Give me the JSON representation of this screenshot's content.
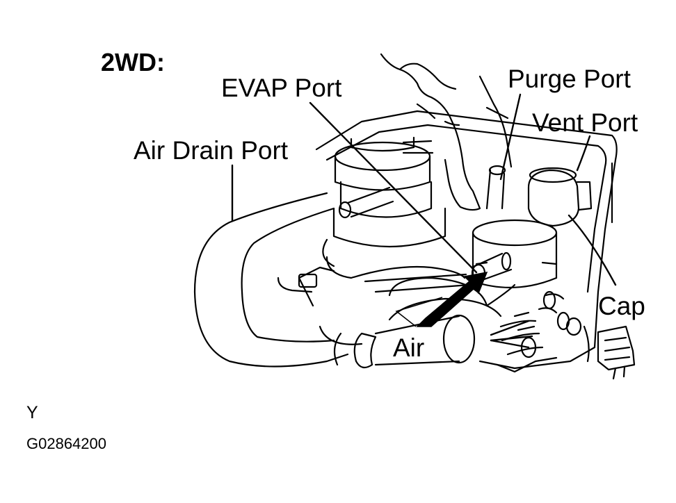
{
  "diagram": {
    "title": "2WD:",
    "labels": {
      "evap_port": "EVAP Port",
      "purge_port": "Purge Port",
      "vent_port": "Vent Port",
      "air_drain_port": "Air Drain Port",
      "cap": "Cap",
      "air": "Air"
    },
    "view_code": "Y",
    "figure_id": "G02864200"
  }
}
